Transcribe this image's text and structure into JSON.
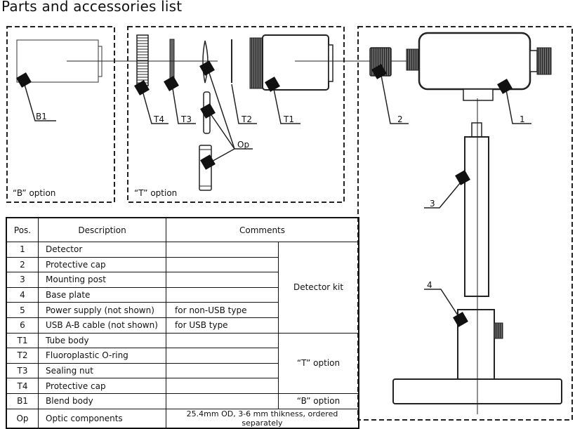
{
  "title": "Parts and accessories list",
  "box_labels": {
    "b_option": "“B” option",
    "t_option": "“T” option"
  },
  "callouts": {
    "b1": "B1",
    "t4": "T4",
    "t3": "T3",
    "t2": "T2",
    "t1": "T1",
    "op": "Op",
    "p1": "1",
    "p2": "2",
    "p3": "3",
    "p4": "4"
  },
  "table": {
    "headers": {
      "pos": "Pos.",
      "description": "Description",
      "comments": "Comments"
    },
    "rows": [
      {
        "pos": "1",
        "description": "Detector",
        "comment": ""
      },
      {
        "pos": "2",
        "description": "Protective cap",
        "comment": ""
      },
      {
        "pos": "3",
        "description": "Mounting post",
        "comment": ""
      },
      {
        "pos": "4",
        "description": "Base plate",
        "comment": ""
      },
      {
        "pos": "5",
        "description": "Power supply (not shown)",
        "comment": "for non-USB type"
      },
      {
        "pos": "6",
        "description": "USB A-B cable (not shown)",
        "comment": "for USB type"
      },
      {
        "pos": "T1",
        "description": "Tube body",
        "comment": ""
      },
      {
        "pos": "T2",
        "description": "Fluoroplastic O-ring",
        "comment": ""
      },
      {
        "pos": "T3",
        "description": "Sealing nut",
        "comment": ""
      },
      {
        "pos": "T4",
        "description": "Protective cap",
        "comment": ""
      },
      {
        "pos": "B1",
        "description": "Blend body",
        "comment": ""
      },
      {
        "pos": "Op",
        "description": "Optic components",
        "comment": ""
      }
    ],
    "group_detector_kit": "Detector kit",
    "group_t_option": "“T” option",
    "group_b_option": "“B” option",
    "optic_comment": "25.4mm OD, 3-6 mm thikness, ordered separately"
  }
}
